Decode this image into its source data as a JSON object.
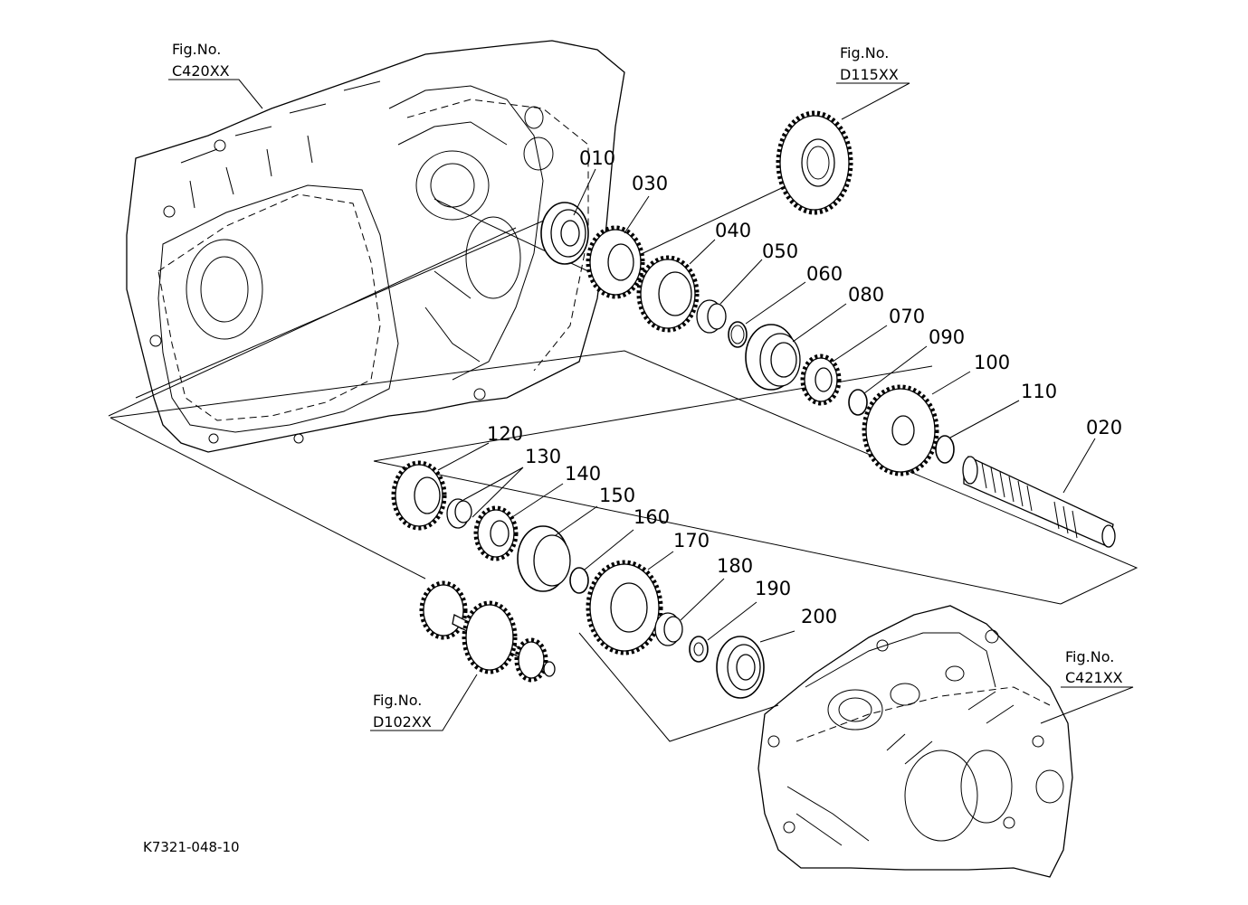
{
  "drawing_number": "K7321-048-10",
  "figure_refs": [
    {
      "id": "c420",
      "line1": "Fig.No.",
      "line2": "C420XX"
    },
    {
      "id": "d115",
      "line1": "Fig.No.",
      "line2": "D115XX"
    },
    {
      "id": "c421",
      "line1": "Fig.No.",
      "line2": "C421XX"
    },
    {
      "id": "d102",
      "line1": "Fig.No.",
      "line2": "D102XX"
    }
  ],
  "part_labels": [
    "010",
    "030",
    "040",
    "050",
    "060",
    "080",
    "070",
    "090",
    "100",
    "110",
    "020",
    "120",
    "130",
    "140",
    "150",
    "160",
    "170",
    "180",
    "190",
    "200"
  ]
}
